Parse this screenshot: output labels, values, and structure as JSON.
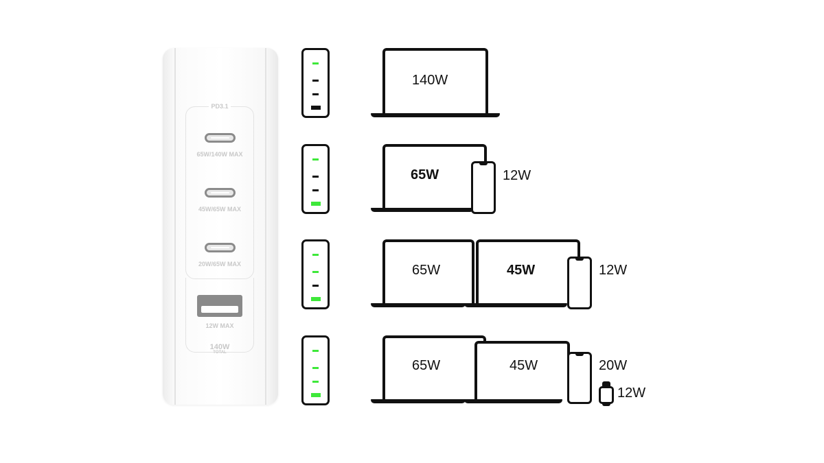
{
  "charger": {
    "pd_label": "PD3.1",
    "ports": [
      {
        "label": "65W/140W MAX"
      },
      {
        "label": "45W/65W MAX"
      },
      {
        "label": "20W/65W MAX"
      },
      {
        "label": "12W MAX"
      }
    ],
    "total": "140W",
    "total_sub": "TOTAL"
  },
  "indicators": [
    {
      "leds": [
        true,
        false,
        false,
        false
      ]
    },
    {
      "leds": [
        true,
        false,
        false,
        true
      ]
    },
    {
      "leds": [
        true,
        true,
        false,
        true
      ]
    },
    {
      "leds": [
        true,
        true,
        true,
        true
      ]
    }
  ],
  "scenarios": [
    {
      "laptop1": "140W"
    },
    {
      "laptop1": "65W",
      "phone": "12W"
    },
    {
      "laptop1": "65W",
      "laptop2": "45W",
      "phone": "12W"
    },
    {
      "laptop1": "65W",
      "laptop2": "45W",
      "phone": "20W",
      "watch": "12W"
    }
  ],
  "colors": {
    "led_on": "#3ee83a",
    "led_off": "#111111"
  }
}
